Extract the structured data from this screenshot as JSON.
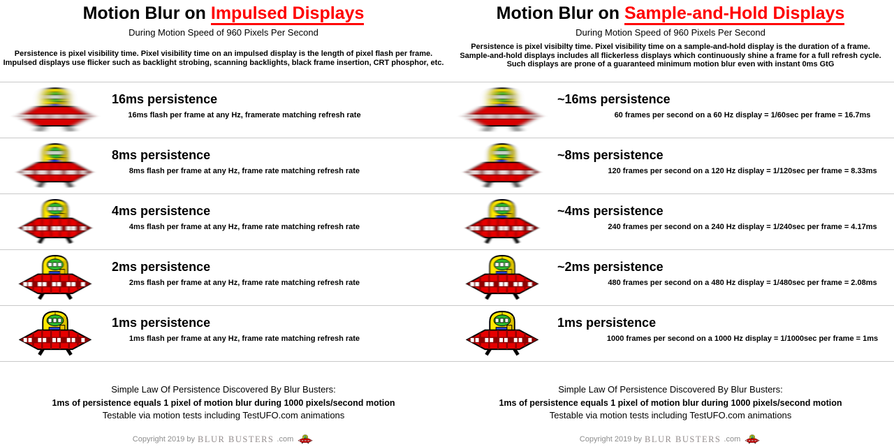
{
  "page": {
    "accent_red": "#ff0000",
    "divider_color": "#c9c9c9",
    "copyright_gray": "#8d8d8d",
    "icons": {
      "row_image": "ufo-icon",
      "footer_logo": "ufo-icon"
    }
  },
  "columns": [
    {
      "title_prefix": "Motion Blur on ",
      "title_highlight": "Impulsed Displays",
      "subtitle": "During Motion Speed of 960 Pixels Per Second",
      "description": [
        "Persistence is pixel visibility time. Pixel visibility time on an impulsed display is the length of pixel flash per frame.",
        "Impulsed displays use flicker such as backlight strobing, scanning backlights, black frame insertion, CRT phosphor, etc."
      ],
      "rows": [
        {
          "title": "16ms persistence",
          "detail": "16ms flash per frame at any Hz, framerate matching refresh rate"
        },
        {
          "title": "8ms persistence",
          "detail": "8ms flash per frame at any Hz, frame rate matching refresh rate"
        },
        {
          "title": "4ms persistence",
          "detail": "4ms flash per frame at any Hz, frame rate matching refresh rate"
        },
        {
          "title": "2ms persistence",
          "detail": "2ms flash per frame at any Hz, frame rate matching refresh rate"
        },
        {
          "title": "1ms persistence",
          "detail": "1ms flash per frame at any Hz, frame rate matching refresh rate"
        }
      ]
    },
    {
      "title_prefix": "Motion Blur on ",
      "title_highlight": "Sample-and-Hold Displays",
      "subtitle": "During Motion Speed of 960 Pixels Per Second",
      "description": [
        "Persistence is pixel visibilty time. Pixel visibility time on a sample-and-hold display is the duration of a frame.",
        "Sample-and-hold displays includes all flickerless displays which continuously shine a frame for a full refresh cycle.",
        "Such displays are prone of a guaranteed minimum motion blur even with instant 0ms GtG"
      ],
      "rows": [
        {
          "title": "~16ms persistence",
          "detail": "60 frames per second on a 60 Hz display = 1/60sec per frame = 16.7ms"
        },
        {
          "title": "~8ms persistence",
          "detail": "120 frames per second on a 120 Hz display = 1/120sec per frame = 8.33ms"
        },
        {
          "title": "~4ms persistence",
          "detail": "240 frames per second on a 240 Hz display = 1/240sec per frame = 4.17ms"
        },
        {
          "title": "~2ms persistence",
          "detail": "480 frames per second on a 480 Hz display = 1/480sec per frame = 2.08ms"
        },
        {
          "title": "1ms persistence",
          "detail": "1000 frames per second on a 1000 Hz display = 1/1000sec per frame = 1ms"
        }
      ]
    }
  ],
  "footer": {
    "law_intro": "Simple Law Of Persistence Discovered By Blur Busters:",
    "law_rule": "1ms of persistence equals 1 pixel of motion blur during 1000 pixels/second motion",
    "law_note": "Testable via motion tests including TestUFO.com animations",
    "copyright_prefix": "Copyright 2019 by",
    "brand": "BLUR BUSTERS",
    "brand_suffix": ".com"
  }
}
